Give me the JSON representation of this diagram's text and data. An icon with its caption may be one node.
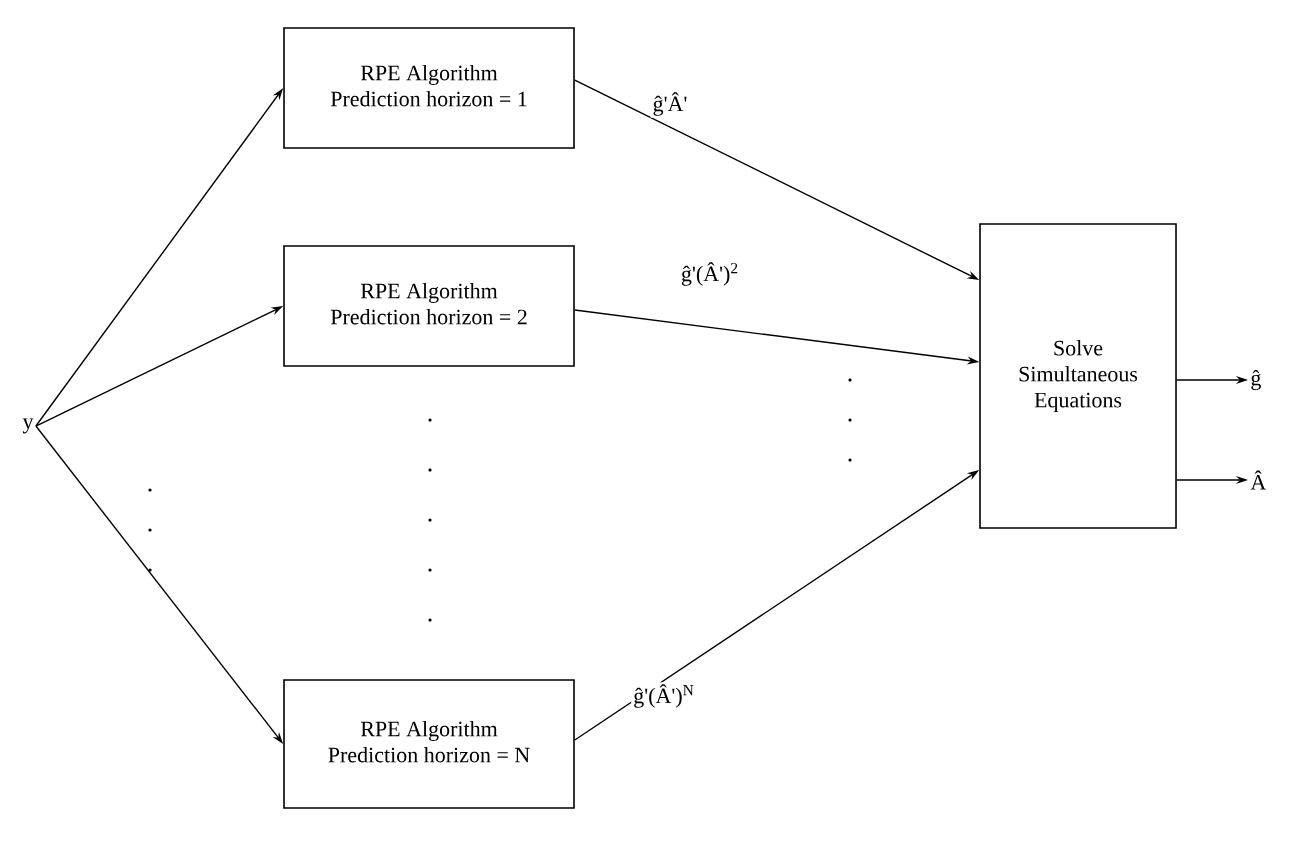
{
  "diagram": {
    "nodes": [
      {
        "text": [
          "y"
        ]
      },
      {
        "text": [
          "RPE Algorithm",
          "Prediction horizon = 1"
        ]
      },
      {
        "text": [
          "RPE Algorithm",
          "Prediction horizon = 2"
        ]
      },
      {
        "text": [
          "RPE Algorithm",
          "Prediction horizon = N"
        ]
      },
      {
        "text": [
          "Solve Simultaneous Equations"
        ]
      },
      {
        "text": [
          "ĝ"
        ]
      },
      {
        "text": [
          "Â"
        ]
      }
    ],
    "edges": [
      {
        "from": 0,
        "to": 1,
        "arrow": "to"
      },
      {
        "from": 0,
        "to": 2,
        "arrow": "to"
      },
      {
        "from": 0,
        "to": 3,
        "arrow": "to"
      },
      {
        "from": 1,
        "to": 4,
        "arrow": "to",
        "label": "ĝ'Â'"
      },
      {
        "from": 2,
        "to": 4,
        "arrow": "to",
        "label": "ĝ'(Â')$^{2}$"
      },
      {
        "from": 3,
        "to": 4,
        "arrow": "to",
        "label": "ĝ'(Â')$^{N}$"
      },
      {
        "from": 4,
        "to": 5,
        "arrow": "to"
      },
      {
        "from": 4,
        "to": 6,
        "arrow": "to"
      }
    ]
  }
}
